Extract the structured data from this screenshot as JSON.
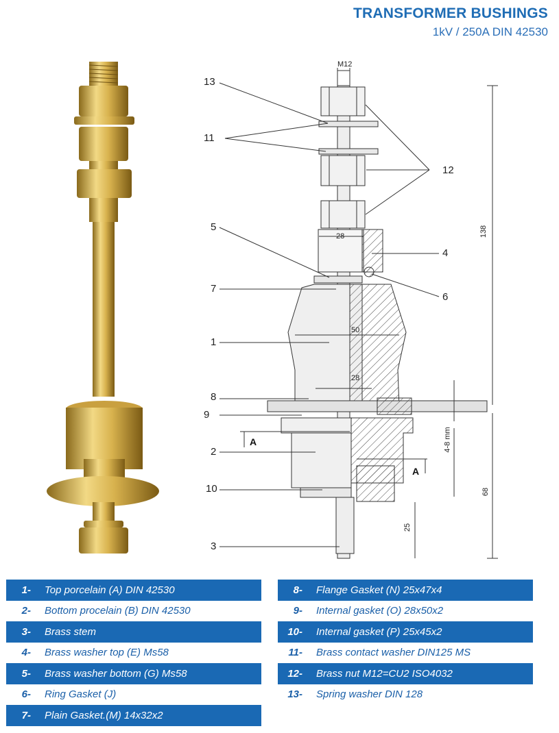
{
  "header": {
    "title": "TRANSFORMER BUSHINGS",
    "subtitle": "1kV / 250A DIN 42530"
  },
  "drawing": {
    "thread_label": "M12",
    "dims": {
      "d28_top": "28",
      "d50": "50",
      "d28_mid": "28",
      "h138": "138",
      "h68": "68",
      "h25": "25",
      "gap": "4-8 mm"
    },
    "section_marks": {
      "left": "A",
      "right": "A"
    },
    "callouts": {
      "c13": "13",
      "c11": "11",
      "c12": "12",
      "c5": "5",
      "c4": "4",
      "c7": "7",
      "c6": "6",
      "c1": "1",
      "c8": "8",
      "c9": "9",
      "c2": "2",
      "c10": "10",
      "c3": "3"
    }
  },
  "legend": {
    "left": [
      {
        "num": "1-",
        "text": "Top porcelain (A) DIN 42530"
      },
      {
        "num": "2-",
        "text": "Bottom procelain (B) DIN 42530"
      },
      {
        "num": "3-",
        "text": "Brass stem"
      },
      {
        "num": "4-",
        "text": "Brass washer top (E) Ms58"
      },
      {
        "num": "5-",
        "text": "Brass washer bottom (G) Ms58"
      },
      {
        "num": "6-",
        "text": "Ring Gasket (J)"
      },
      {
        "num": "7-",
        "text": "Plain Gasket.(M) 14x32x2"
      }
    ],
    "right": [
      {
        "num": "8-",
        "text": "Flange Gasket (N) 25x47x4"
      },
      {
        "num": "9-",
        "text": "Internal gasket (O) 28x50x2"
      },
      {
        "num": "10-",
        "text": "Internal gasket (P) 25x45x2"
      },
      {
        "num": "11-",
        "text": "Brass contact washer DIN125 MS"
      },
      {
        "num": "12-",
        "text": "Brass nut M12=CU2 ISO4032"
      },
      {
        "num": "13-",
        "text": "Spring washer DIN 128"
      }
    ]
  }
}
